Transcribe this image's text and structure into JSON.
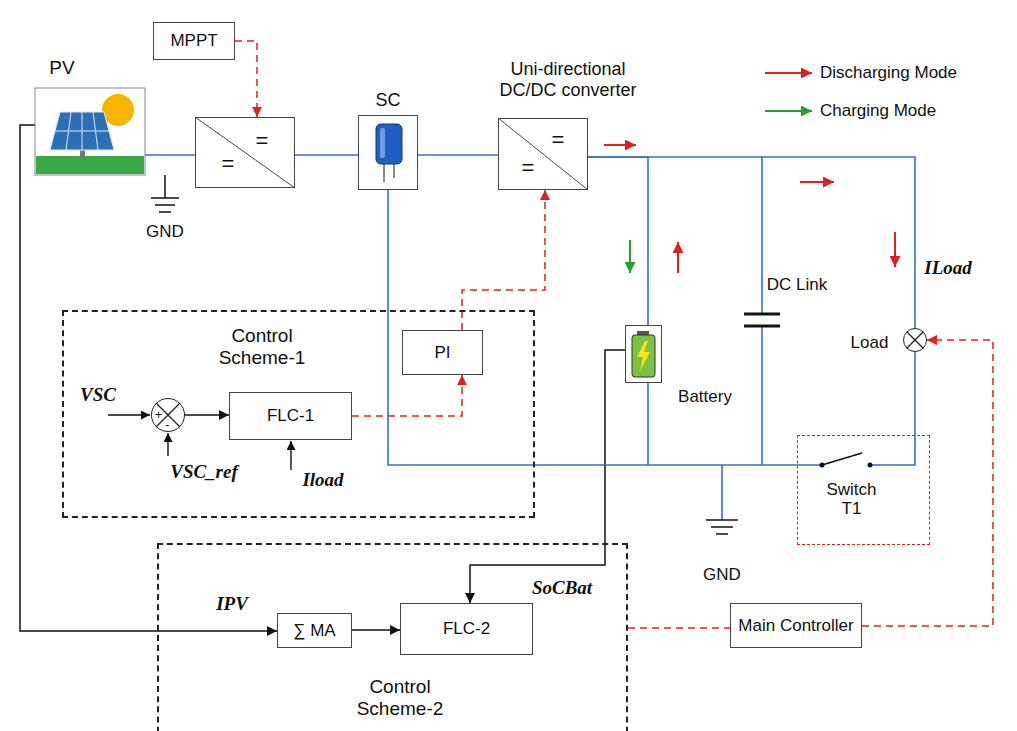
{
  "diagram": {
    "nodes": [
      {
        "text": [
          "PV"
        ]
      },
      {
        "text": [
          "MPPT"
        ]
      },
      {
        "text": [
          "=",
          "="
        ]
      },
      {
        "text": [
          "SC"
        ]
      },
      {
        "text": [
          "Uni-directional DC/DC converter",
          "=",
          "="
        ]
      },
      {
        "text": [
          "Control Scheme-1"
        ]
      },
      {
        "text": [
          "+",
          "-"
        ],
        "in": 5
      },
      {
        "text": [
          "FLC-1"
        ],
        "in": 5
      },
      {
        "text": [
          "PI"
        ],
        "in": 5
      },
      {
        "text": [
          "Battery"
        ]
      },
      {
        "text": [
          "Load"
        ]
      },
      {
        "text": [
          "Switch T1"
        ]
      },
      {
        "text": [
          "Control Scheme-2"
        ]
      },
      {
        "text": [
          "∑ MA"
        ],
        "in": 12
      },
      {
        "text": [
          "FLC-2"
        ],
        "in": 12
      },
      {
        "text": [
          "Main Controller"
        ]
      }
    ],
    "edges": [
      {
        "from": 1,
        "to": 2,
        "arrow": "to"
      },
      {
        "from": 0,
        "to": 2,
        "arrow": "none"
      },
      {
        "from": 2,
        "to": 3,
        "arrow": "none"
      },
      {
        "from": 3,
        "to": 4,
        "arrow": "none"
      },
      {
        "from": 4,
        "to": 9,
        "arrow": "none"
      },
      {
        "from": 4,
        "to": 10,
        "arrow": "none"
      },
      {
        "from": 10,
        "to": 11,
        "arrow": "none"
      },
      {
        "from": 6,
        "to": 7,
        "arrow": "to"
      },
      {
        "from": 7,
        "to": 8,
        "arrow": "to"
      },
      {
        "from": 8,
        "to": 4,
        "arrow": "to"
      },
      {
        "from": 0,
        "to": 13,
        "arrow": "to"
      },
      {
        "from": 13,
        "to": 14,
        "arrow": "to"
      },
      {
        "from": 9,
        "to": 14,
        "arrow": "to"
      },
      {
        "from": 12,
        "to": 15,
        "arrow": "none"
      },
      {
        "from": 15,
        "to": 10,
        "arrow": "to"
      }
    ],
    "labels": [
      "GND",
      "ILoad",
      "DC Link",
      "VSC",
      "VSC_ref",
      "Iload",
      "GND",
      "SoCBat",
      "IPV"
    ],
    "legend": [
      {
        "text": "Discharging Mode"
      },
      {
        "text": "Charging Mode"
      }
    ]
  }
}
